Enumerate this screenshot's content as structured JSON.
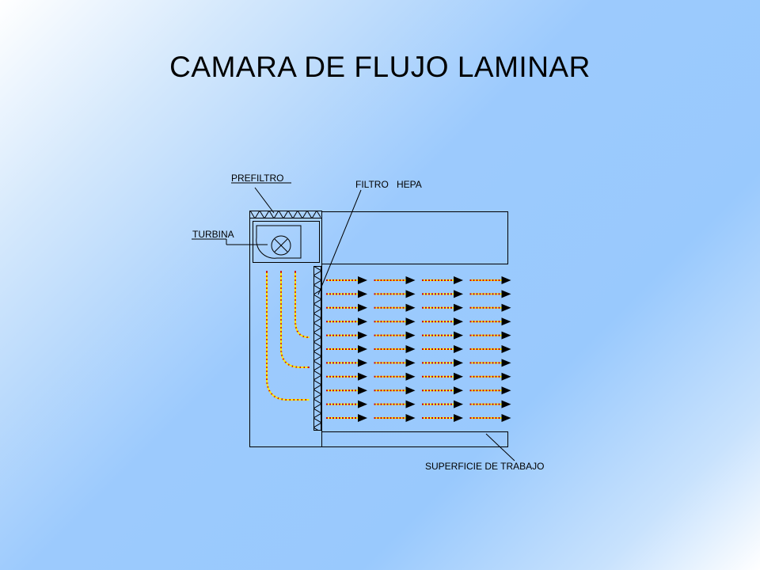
{
  "title": "CAMARA DE FLUJO LAMINAR",
  "labels": {
    "prefiltro": "PREFILTRO",
    "filtro": "FILTRO",
    "hepa": "HEPA",
    "turbina": "TURBINA",
    "superficie": "SUPERFICIE DE TRABAJO"
  },
  "arrows": {
    "rows": 11,
    "columns": 4
  },
  "colors": {
    "outline": "#000000",
    "flow_red": "#cc0000",
    "flow_yellow": "#ffee00",
    "arrowhead": "#000000"
  }
}
